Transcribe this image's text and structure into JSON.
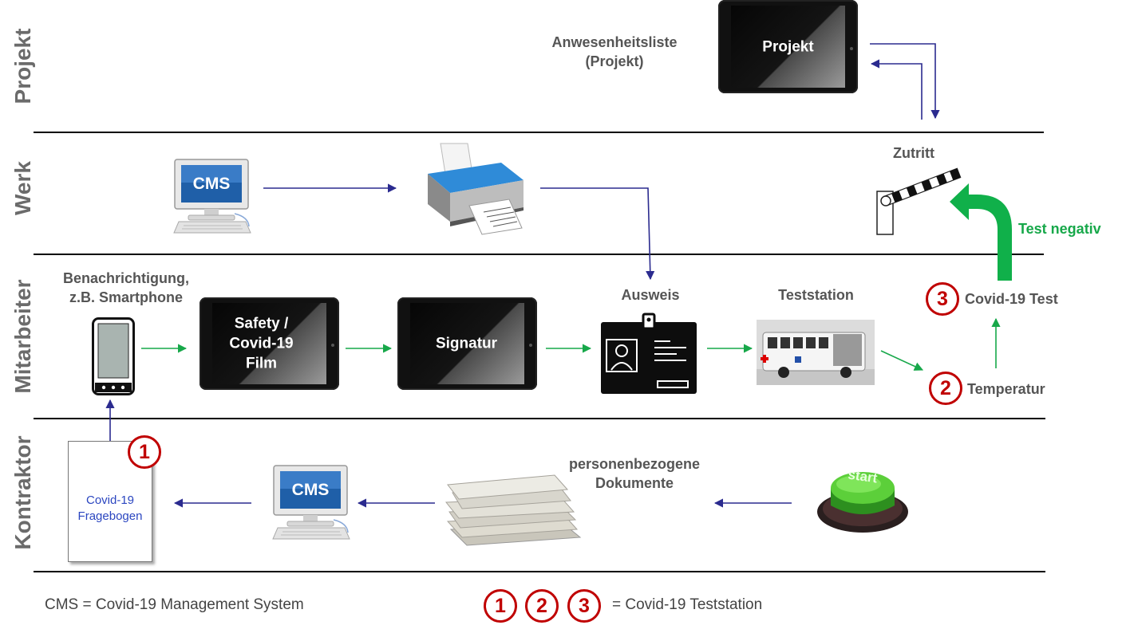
{
  "lanes": {
    "projekt": "Projekt",
    "werk": "Werk",
    "mitarbeiter": "Mitarbeiter",
    "kontraktor": "Kontraktor"
  },
  "projekt": {
    "attendance_label_1": "Anwesenheitsliste",
    "attendance_label_2": "(Projekt)",
    "tablet_title": "Projekt"
  },
  "werk": {
    "cms_label": "CMS",
    "zutritt_label": "Zutritt",
    "test_negativ_label": "Test negativ"
  },
  "mitarbeiter": {
    "notify_label_1": "Benachrichtigung,",
    "notify_label_2": "z.B. Smartphone",
    "safety_tablet_1": "Safety /",
    "safety_tablet_2": "Covid-19",
    "safety_tablet_3": "Film",
    "signatur_tablet": "Signatur",
    "ausweis_label": "Ausweis",
    "teststation_label": "Teststation",
    "covid_test_number": "3",
    "covid_test_label": "Covid-19 Test",
    "temperatur_number": "2",
    "temperatur_label": "Temperatur"
  },
  "kontraktor": {
    "form_number": "1",
    "form_line_1": "Covid-19",
    "form_line_2": "Fragebogen",
    "cms_label": "CMS",
    "docs_label_1": "personenbezogene",
    "docs_label_2": "Dokumente",
    "start_label": "start"
  },
  "legend": {
    "cms_definition": "CMS = Covid-19 Management System",
    "badges": [
      "1",
      "2",
      "3"
    ],
    "teststation_definition": "= Covid-19 Teststation"
  },
  "colors": {
    "flow_blue": "#2b2b8f",
    "flow_green": "#17a84a",
    "badge_red": "#c00000",
    "arrow_green": "#10b04a"
  }
}
